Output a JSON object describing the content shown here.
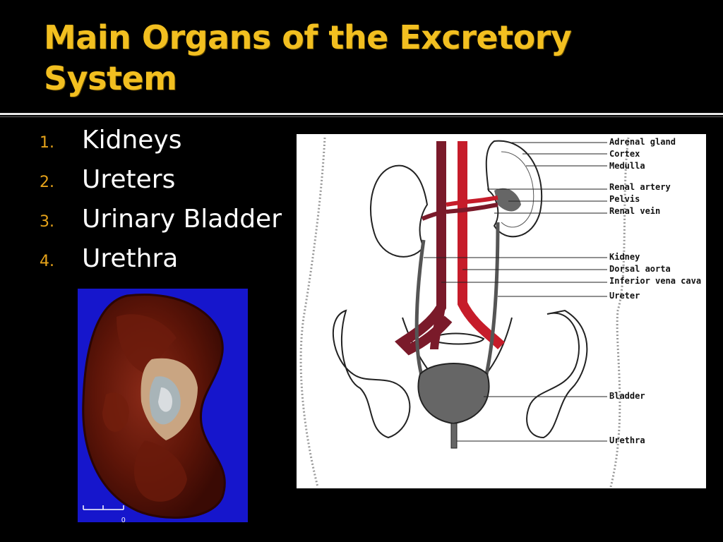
{
  "slide": {
    "title": "Main Organs of the Excretory System",
    "list": [
      {
        "number": "1.",
        "text": "Kidneys"
      },
      {
        "number": "2.",
        "text": "Ureters"
      },
      {
        "number": "3.",
        "text": "Urinary Bladder"
      },
      {
        "number": "4.",
        "text": "Urethra"
      }
    ],
    "colors": {
      "title": "#f2bf20",
      "numbers": "#e6a31a",
      "text": "#ffffff",
      "background": "#000000"
    }
  },
  "diagram": {
    "labels": {
      "adrenal_gland": "Adrenal gland",
      "cortex": "Cortex",
      "medulla": "Medulla",
      "renal_artery": "Renal artery",
      "pelvis": "Pelvis",
      "renal_vein": "Renal vein",
      "kidney": "Kidney",
      "dorsal_aorta": "Dorsal aorta",
      "inferior_vena_cava": "Inferior vena cava",
      "ureter": "Ureter",
      "bladder": "Bladder",
      "urethra": "Urethra"
    }
  },
  "photo": {
    "scale_label": "0"
  }
}
